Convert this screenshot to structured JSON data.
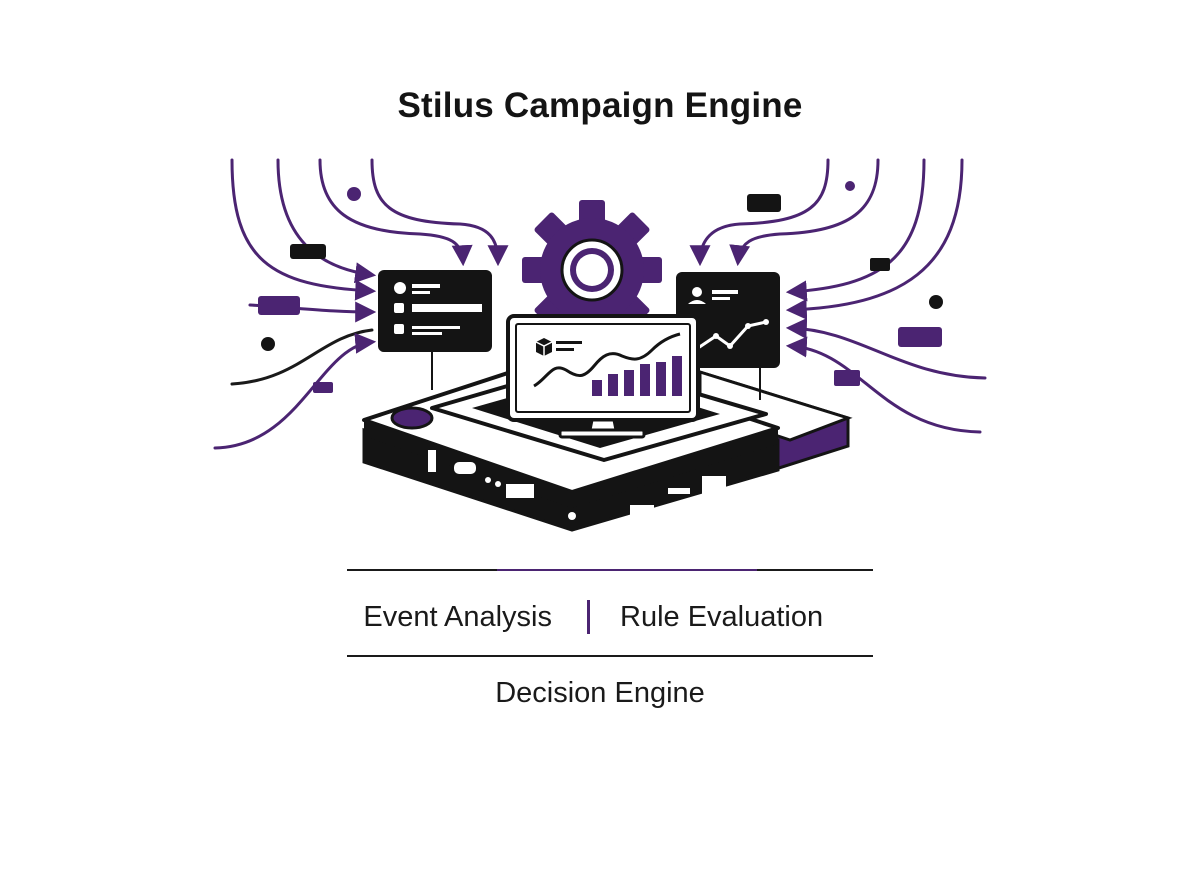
{
  "header": {
    "title": "Stilus Campaign Engine"
  },
  "stages": {
    "left": "Event Analysis",
    "right": "Rule Evaluation",
    "bottom": "Decision Engine"
  },
  "colors": {
    "accent": "#4b2472",
    "ink": "#141414",
    "background": "#ffffff"
  },
  "icons": {
    "central": "gear-icon",
    "monitor": "analytics-monitor-icon",
    "left_panel": "list-panel-icon",
    "right_panel": "user-chart-panel-icon",
    "base": "server-platform-icon"
  }
}
